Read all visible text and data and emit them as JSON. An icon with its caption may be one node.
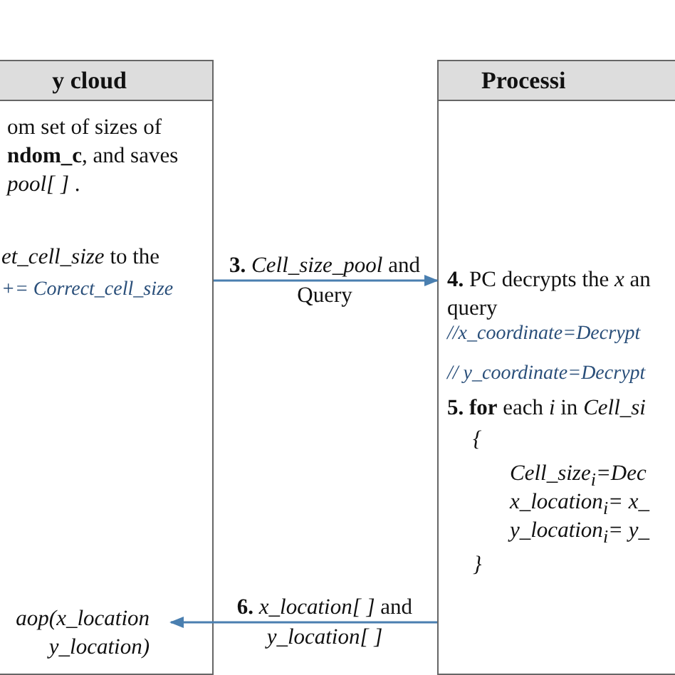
{
  "diagram": {
    "nodes": [
      {
        "text": [
          "y cloud",
          "om set of sizes of **ndom_c**, and saves *pool[ ]* .",
          "*et_cell_size* to the",
          "*+= Correct_cell_size*",
          "*aop(x_location y_location)*"
        ]
      },
      {
        "text": [
          "Processi",
          "**4.** PC decrypts the *x* an query",
          "*//x_coordinate=Decrypt*",
          "*// y_coordinate=Decrypt*",
          "**5.** **for** each *i* in *Cell_si*",
          "*{*",
          "*Cell_size$_{i}$=Dec*",
          "*x_location$_{i}$= x_*",
          "*y_location$_{i}$= y_*",
          "*}*"
        ]
      }
    ],
    "edges": [
      {
        "from": 0,
        "to": 1,
        "arrow": "to",
        "label": "**3.** *Cell_size_pool* and Query"
      },
      {
        "from": 1,
        "to": 0,
        "arrow": "to",
        "label": "**6.** *x_location[ ]* and *y_location[ ]*"
      }
    ]
  }
}
